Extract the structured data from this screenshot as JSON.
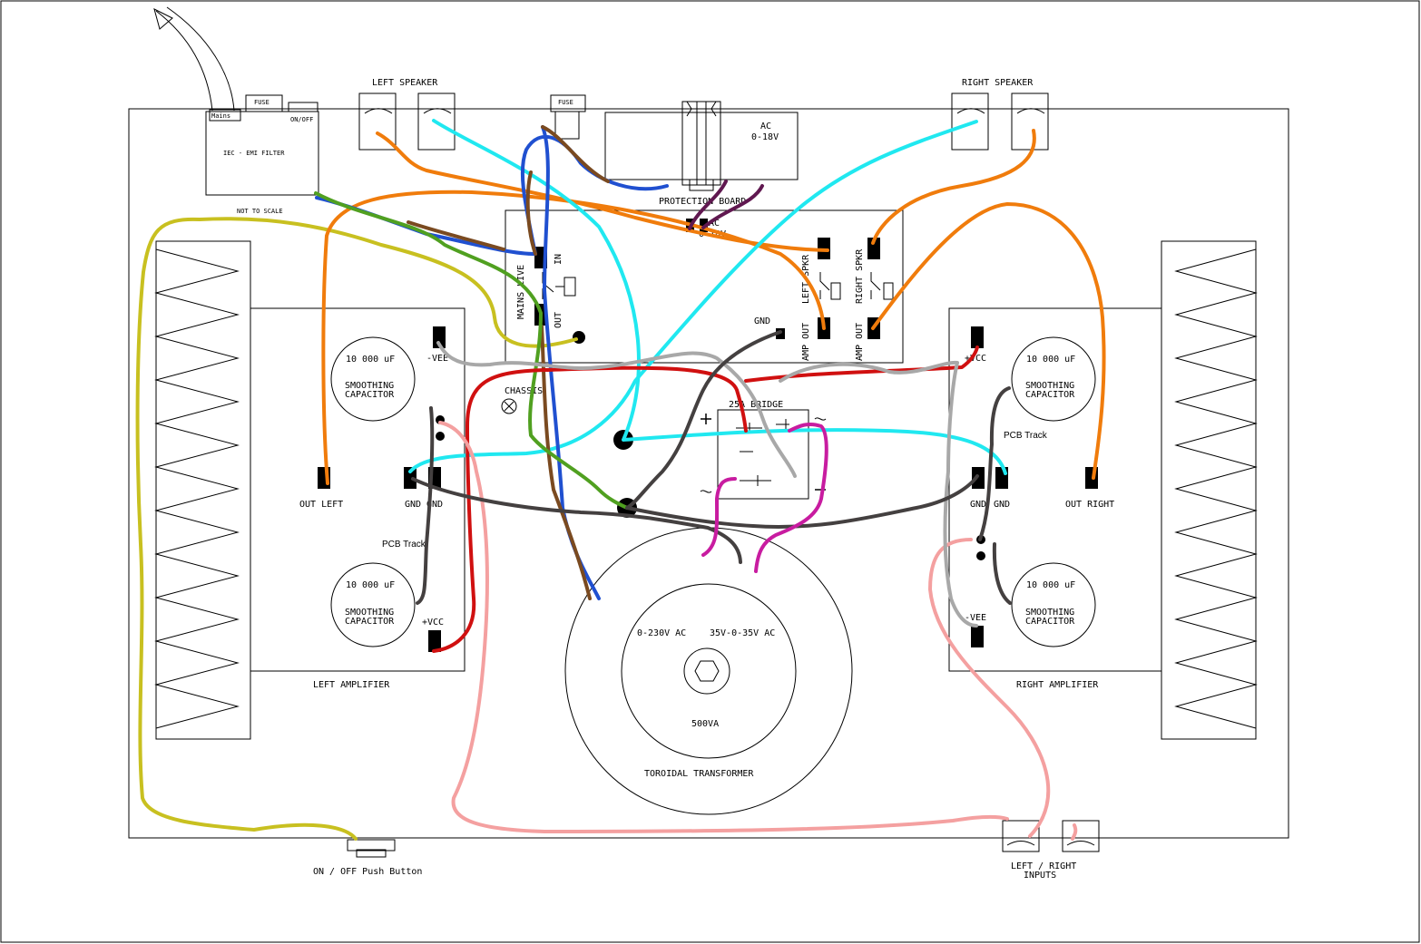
{
  "labels": {
    "left_speaker": "LEFT SPEAKER",
    "right_speaker": "RIGHT SPEAKER",
    "fuse_top": "FUSE",
    "fuse_mid": "FUSE",
    "mains": "Mains",
    "on_off": "ON/OFF",
    "iec_filter": "IEC - EMI FILTER",
    "not_to_scale": "NOT TO SCALE",
    "ac_transformer_line1": "AC",
    "ac_transformer_line2": "0-18V",
    "protection_board": "PROTECTION BOARD",
    "ac_board_line1": "AC",
    "ac_board_line2": "0-18V",
    "mains_live": "MAINS LIVE",
    "in": "IN",
    "out": "OUT",
    "gnd_board": "GND",
    "left_spkr": "LEFT SPKR",
    "right_spkr": "RIGHT SPKR",
    "amp_out_left": "AMP OUT",
    "amp_out_right": "AMP OUT",
    "chassis": "CHASSIS",
    "bridge": "25A BRIDGE",
    "minus_vee_left": "-VEE",
    "plus_vcc_left": "+VCC",
    "plus_vcc_right": "+VCC",
    "minus_vee_right": "-VEE",
    "cap_value": "10 000 uF",
    "cap_line1": "SMOOTHING",
    "cap_line2": "CAPACITOR",
    "out_left": "OUT LEFT",
    "out_right": "OUT RIGHT",
    "gnd_l1": "GND",
    "gnd_l2": "GND",
    "gnd_r1": "GND",
    "gnd_r2": "GND",
    "pcb_track_left": "PCB Track",
    "pcb_track_right": "PCB Track",
    "left_amplifier": "LEFT AMPLIFIER",
    "right_amplifier": "RIGHT AMPLIFIER",
    "primary": "0-230V AC",
    "secondary": "35V-0-35V AC",
    "va": "500VA",
    "toroidal": "TOROIDAL TRANSFORMER",
    "on_off_button": "ON / OFF Push Button",
    "inputs_line1": "LEFT / RIGHT",
    "inputs_line2": "INPUTS"
  },
  "wire_colors": {
    "yellow": "#c8c020",
    "orange": "#f07c0c",
    "cyan": "#20e8f0",
    "blue": "#2050d0",
    "brown": "#7a4a20",
    "green": "#50a020",
    "red": "#d01010",
    "pink": "#f4a0a0",
    "gray": "#a8a8a8",
    "darkgray": "#444040",
    "magenta": "#c81ca0",
    "purple": "#601850"
  }
}
